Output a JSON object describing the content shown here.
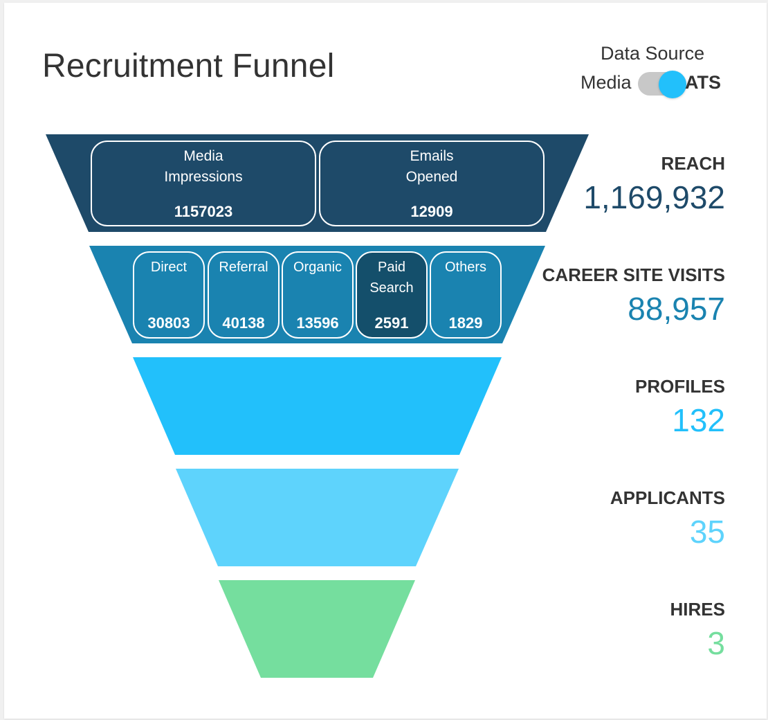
{
  "title": "Recruitment Funnel",
  "data_source": {
    "label": "Data Source",
    "option_left": "Media",
    "option_right": "ATS",
    "selected": "ATS"
  },
  "colors": {
    "reach": "#1e4a69",
    "career_site_visits": "#1a83b0",
    "profiles": "#22c0fb",
    "applicants": "#5ed3fc",
    "hires": "#75de9e",
    "pill_selected": "#144f6b",
    "toggle_knob": "#22c0fb"
  },
  "stages": {
    "reach": {
      "label": "REACH",
      "value": "1,169,932",
      "breakdown": [
        {
          "label": "Media\nImpressions",
          "value": "1157023"
        },
        {
          "label": "Emails\nOpened",
          "value": "12909"
        }
      ]
    },
    "career_site_visits": {
      "label": "CAREER SITE VISITS",
      "value": "88,957",
      "breakdown": [
        {
          "label": "Direct",
          "value": "30803"
        },
        {
          "label": "Referral",
          "value": "40138"
        },
        {
          "label": "Organic",
          "value": "13596"
        },
        {
          "label": "Paid\nSearch",
          "value": "2591",
          "selected": true
        },
        {
          "label": "Others",
          "value": "1829"
        }
      ]
    },
    "profiles": {
      "label": "PROFILES",
      "value": "132"
    },
    "applicants": {
      "label": "APPLICANTS",
      "value": "35"
    },
    "hires": {
      "label": "HIRES",
      "value": "3"
    }
  }
}
